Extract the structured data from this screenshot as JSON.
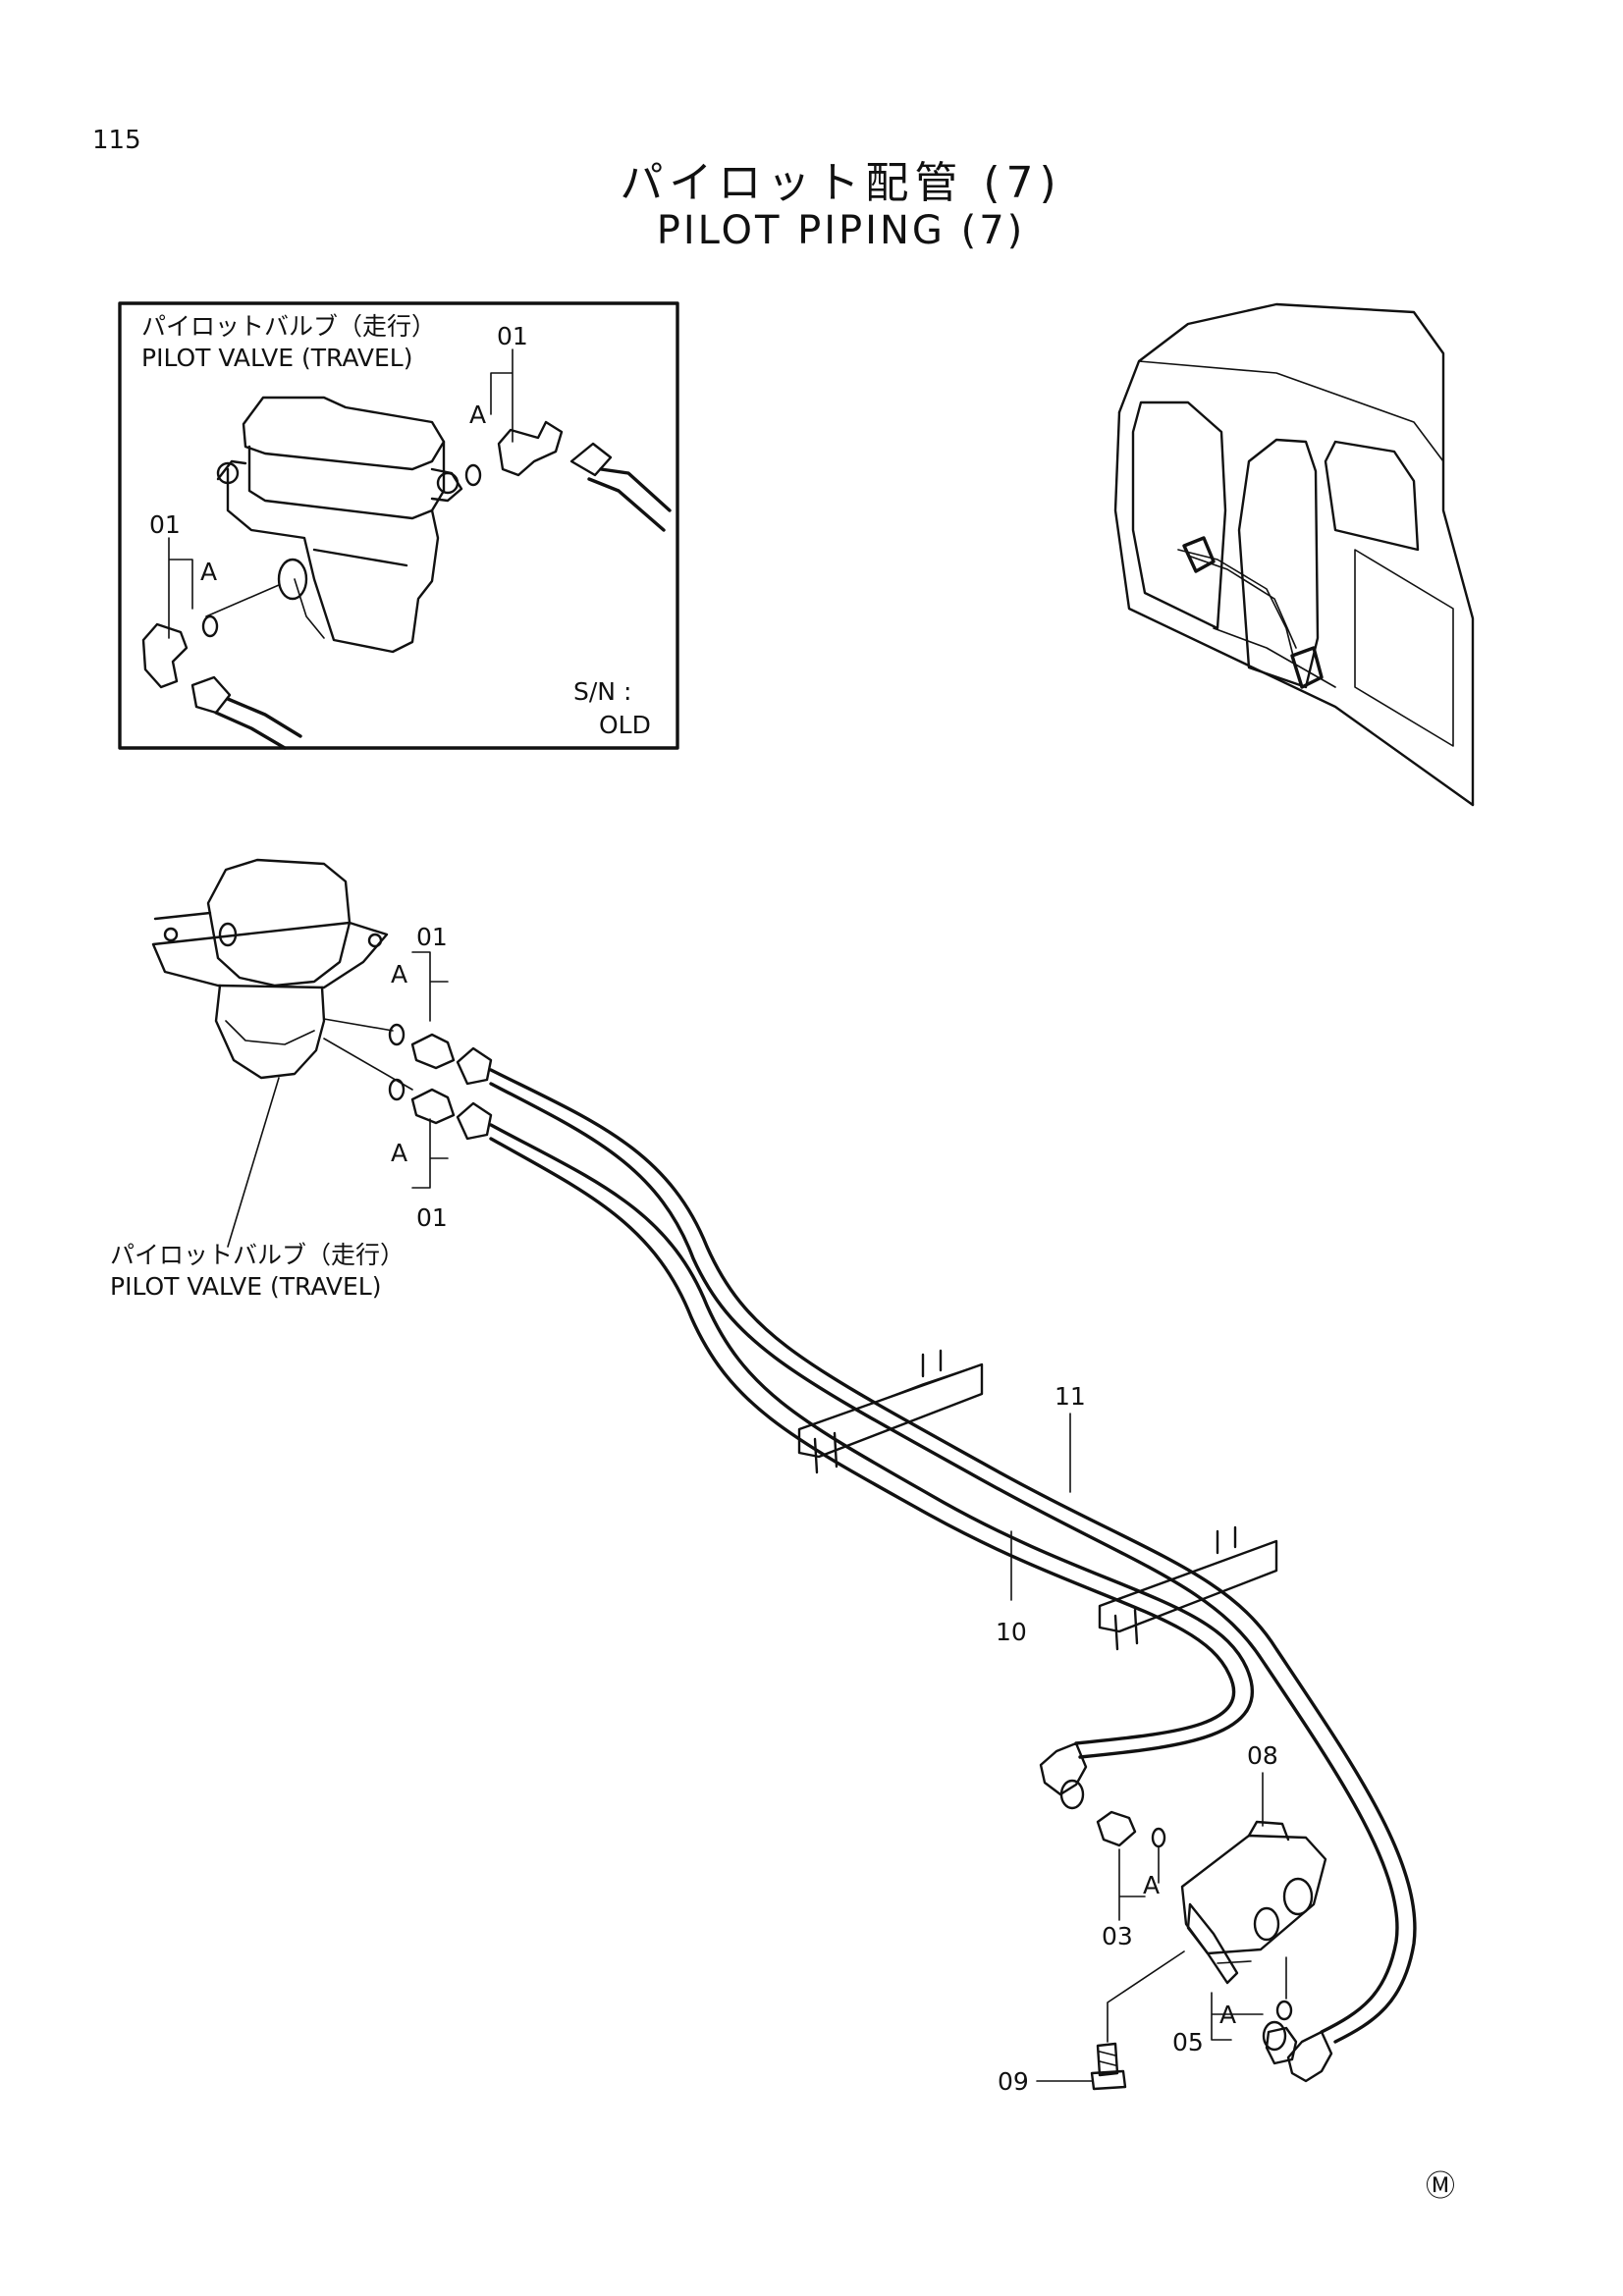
{
  "page": {
    "number": "115",
    "title_jp": "パイロット配管 (7)",
    "title_en": "PILOT PIPING (7)",
    "mark": "Ⓜ"
  },
  "inset": {
    "label_jp": "パイロットバルブ（走行）",
    "label_en": "PILOT VALVE (TRAVEL)",
    "sn_label": "S/N :",
    "sn_value": "OLD",
    "callouts": {
      "part_top": "01",
      "part_left": "01",
      "note_top": "A",
      "note_left": "A"
    }
  },
  "main": {
    "valve_label_jp": "パイロットバルブ（走行）",
    "valve_label_en": "PILOT VALVE (TRAVEL)",
    "callouts": {
      "p01_upper": "01",
      "p01_lower": "01",
      "a_upper": "A",
      "a_lower": "A",
      "p11": "11",
      "p10": "10",
      "p08": "08",
      "p03": "03",
      "a_03": "A",
      "a_05": "A",
      "p05": "05",
      "p09": "09"
    }
  }
}
